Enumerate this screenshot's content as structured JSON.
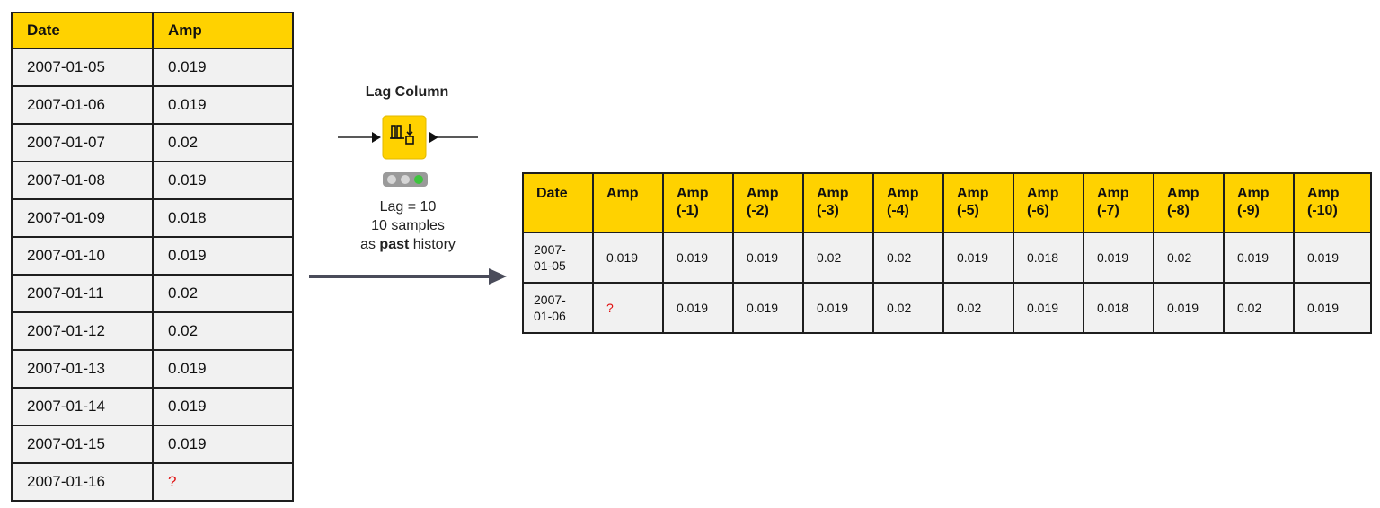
{
  "input_table": {
    "headers": [
      "Date",
      "Amp"
    ],
    "rows": [
      [
        "2007-01-05",
        "0.019"
      ],
      [
        "2007-01-06",
        "0.019"
      ],
      [
        "2007-01-07",
        "0.02"
      ],
      [
        "2007-01-08",
        "0.019"
      ],
      [
        "2007-01-09",
        "0.018"
      ],
      [
        "2007-01-10",
        "0.019"
      ],
      [
        "2007-01-11",
        "0.02"
      ],
      [
        "2007-01-12",
        "0.02"
      ],
      [
        "2007-01-13",
        "0.019"
      ],
      [
        "2007-01-14",
        "0.019"
      ],
      [
        "2007-01-15",
        "0.019"
      ],
      [
        "2007-01-16",
        "?"
      ]
    ]
  },
  "node": {
    "title": "Lag Column",
    "icon": "lag-column-icon",
    "status_lights": [
      "grey",
      "grey",
      "green"
    ],
    "caption_line1": "Lag = 10",
    "caption_line2": "10 samples",
    "caption_prefix": "as ",
    "caption_bold": "past",
    "caption_suffix": " history"
  },
  "output_table": {
    "headers": [
      "Date",
      "Amp",
      "Amp\n(-1)",
      "Amp\n(-2)",
      "Amp\n(-3)",
      "Amp\n(-4)",
      "Amp\n(-5)",
      "Amp\n(-6)",
      "Amp\n(-7)",
      "Amp\n(-8)",
      "Amp\n(-9)",
      "Amp\n(-10)"
    ],
    "rows": [
      [
        "2007-\n01-05",
        "0.019",
        "0.019",
        "0.019",
        "0.02",
        "0.02",
        "0.019",
        "0.018",
        "0.019",
        "0.02",
        "0.019",
        "0.019"
      ],
      [
        "2007-\n01-06",
        "?",
        "0.019",
        "0.019",
        "0.019",
        "0.02",
        "0.02",
        "0.019",
        "0.018",
        "0.019",
        "0.02",
        "0.019"
      ]
    ]
  },
  "colors": {
    "header_bg": "#ffd200",
    "cell_bg": "#f1f1f1",
    "missing": "#e01010",
    "arrow": "#4a4c5a",
    "node_fill": "#ffd200",
    "light_green": "#3ec43e",
    "light_grey": "#c8c8c8"
  }
}
